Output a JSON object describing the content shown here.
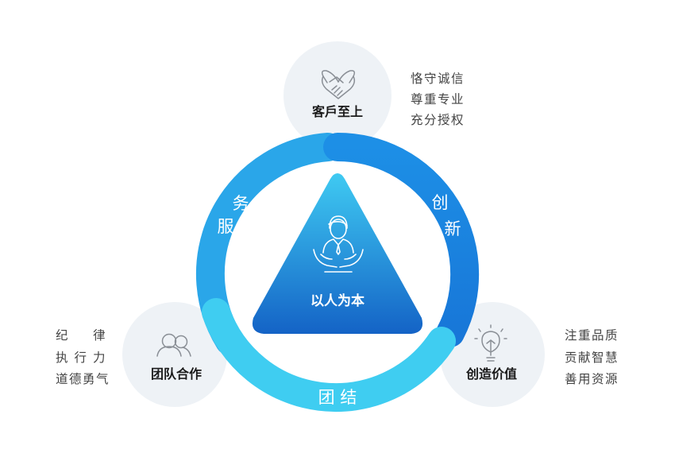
{
  "center": {
    "title": "以人为本",
    "icon": "person-in-hands-icon"
  },
  "ring_labels": {
    "service": [
      "务",
      "服"
    ],
    "innovation": [
      "创",
      "新"
    ],
    "unity": "团 结"
  },
  "nodes": {
    "customer": {
      "title": "客戶至上",
      "icon": "handshake-icon",
      "values": [
        "恪守诚信",
        "尊重专业",
        "充分授权"
      ]
    },
    "team": {
      "title": "团队合作",
      "icon": "team-icon",
      "values": [
        "纪　律",
        "执行力",
        "道德勇气"
      ]
    },
    "value": {
      "title": "创造价值",
      "icon": "lightbulb-icon",
      "values": [
        "注重品质",
        "贡献智慧",
        "善用资源"
      ]
    }
  },
  "colors": {
    "ring_blue": "#29a3e8",
    "ring_dark": "#1b86e0",
    "ring_light": "#3ecbf0",
    "triangle_top": "#3fc8f0",
    "triangle_bottom": "#1565c8",
    "node_bg": "#eef2f6"
  }
}
